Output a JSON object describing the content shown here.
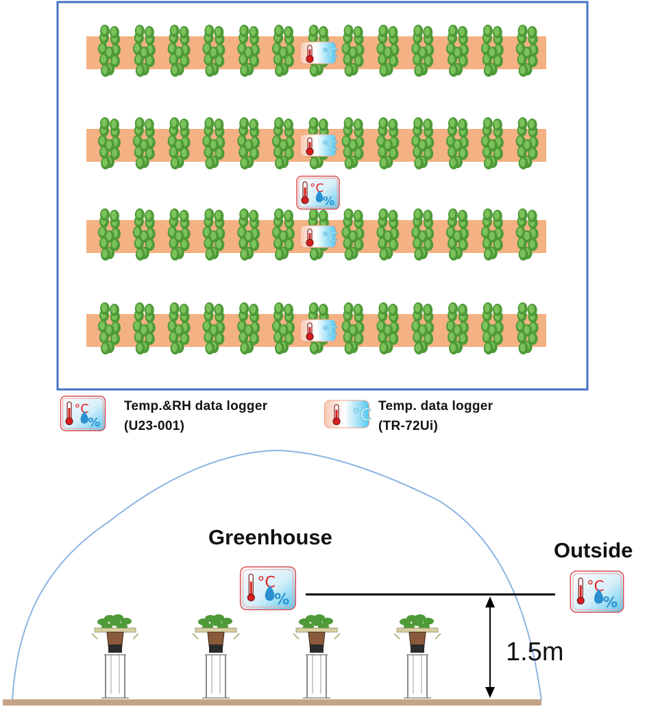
{
  "legend": {
    "rh_logger": {
      "name": "Temp.&RH data logger",
      "model": "(U23-001)",
      "icon": "temp-rh-logger-icon"
    },
    "temp_logger": {
      "name": "Temp. data logger",
      "model": "(TR-72Ui)",
      "icon": "temp-logger-icon"
    }
  },
  "section": {
    "greenhouse_label": "Greenhouse",
    "outside_label": "Outside",
    "height_label": "1.5m"
  },
  "logger_text": {
    "celsius": "°C",
    "percent": "%"
  },
  "colors": {
    "frame": "#4472c4",
    "bed": "#f4b183",
    "plant": "#5aa13c",
    "tunnel": "#8db4e2",
    "ground": "#c4a484"
  },
  "plan": {
    "bed_rows": 4,
    "plants_per_row": 13,
    "temp_loggers_in_rows": 4,
    "rh_loggers_between_rows": 1
  }
}
